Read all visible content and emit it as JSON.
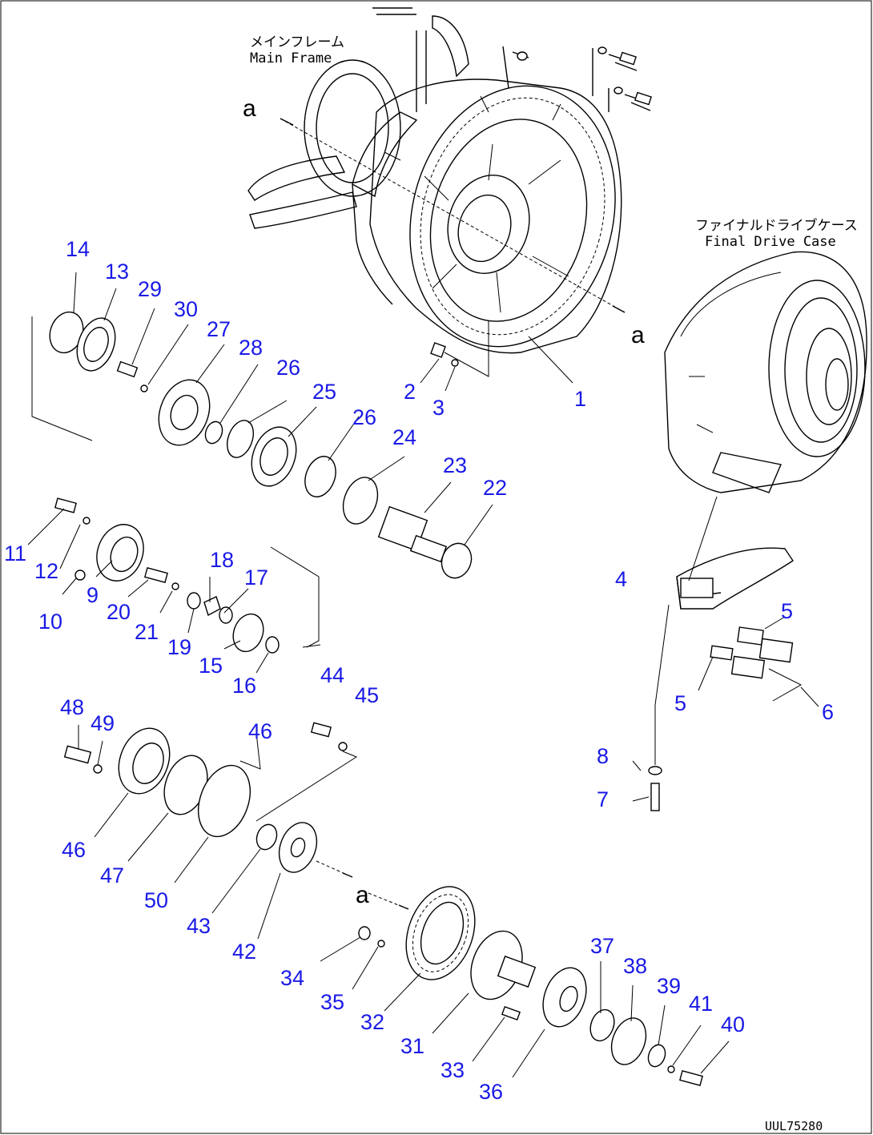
{
  "labels": {
    "main_frame_jp": "メインフレーム",
    "main_frame_en": "Main Frame",
    "final_drive_jp": "ファイナルドライブケース",
    "final_drive_en": "Final Drive Case",
    "ref_a": "a",
    "drawing_code": "UUL75280"
  },
  "callouts": {
    "c1": "1",
    "c2": "2",
    "c3": "3",
    "c4": "4",
    "c5a": "5",
    "c5b": "5",
    "c6": "6",
    "c7": "7",
    "c8": "8",
    "c9": "9",
    "c10": "10",
    "c11": "11",
    "c12": "12",
    "c13": "13",
    "c14": "14",
    "c15": "15",
    "c16": "16",
    "c17": "17",
    "c18": "18",
    "c19": "19",
    "c20": "20",
    "c21": "21",
    "c22": "22",
    "c23": "23",
    "c24": "24",
    "c25": "25",
    "c26a": "26",
    "c26b": "26",
    "c27": "27",
    "c28": "28",
    "c29": "29",
    "c30": "30",
    "c31": "31",
    "c32": "32",
    "c33": "33",
    "c34": "34",
    "c35": "35",
    "c36": "36",
    "c37": "37",
    "c38": "38",
    "c39": "39",
    "c40": "40",
    "c41": "41",
    "c42": "42",
    "c43": "43",
    "c44": "44",
    "c45": "45",
    "c46a": "46",
    "c46b": "46",
    "c47": "47",
    "c48": "48",
    "c49": "49",
    "c50": "50"
  }
}
